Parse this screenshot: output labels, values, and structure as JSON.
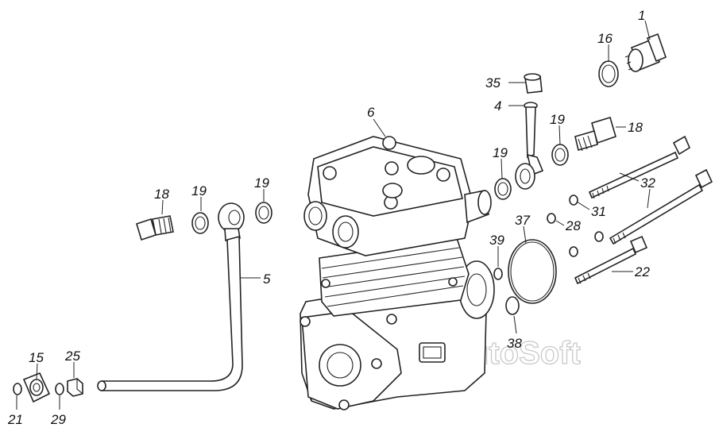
{
  "callouts": {
    "c1": "1",
    "c16": "16",
    "c35": "35",
    "c4": "4",
    "c6": "6",
    "c19a": "19",
    "c19b": "19",
    "c19c": "19",
    "c19d": "19",
    "c18a": "18",
    "c18b": "18",
    "c32": "32",
    "c31": "31",
    "c28": "28",
    "c37": "37",
    "c39": "39",
    "c22": "22",
    "c38": "38",
    "c5": "5",
    "c15": "15",
    "c25": "25",
    "c21": "21",
    "c29": "29"
  },
  "watermark": "AutoSoft"
}
